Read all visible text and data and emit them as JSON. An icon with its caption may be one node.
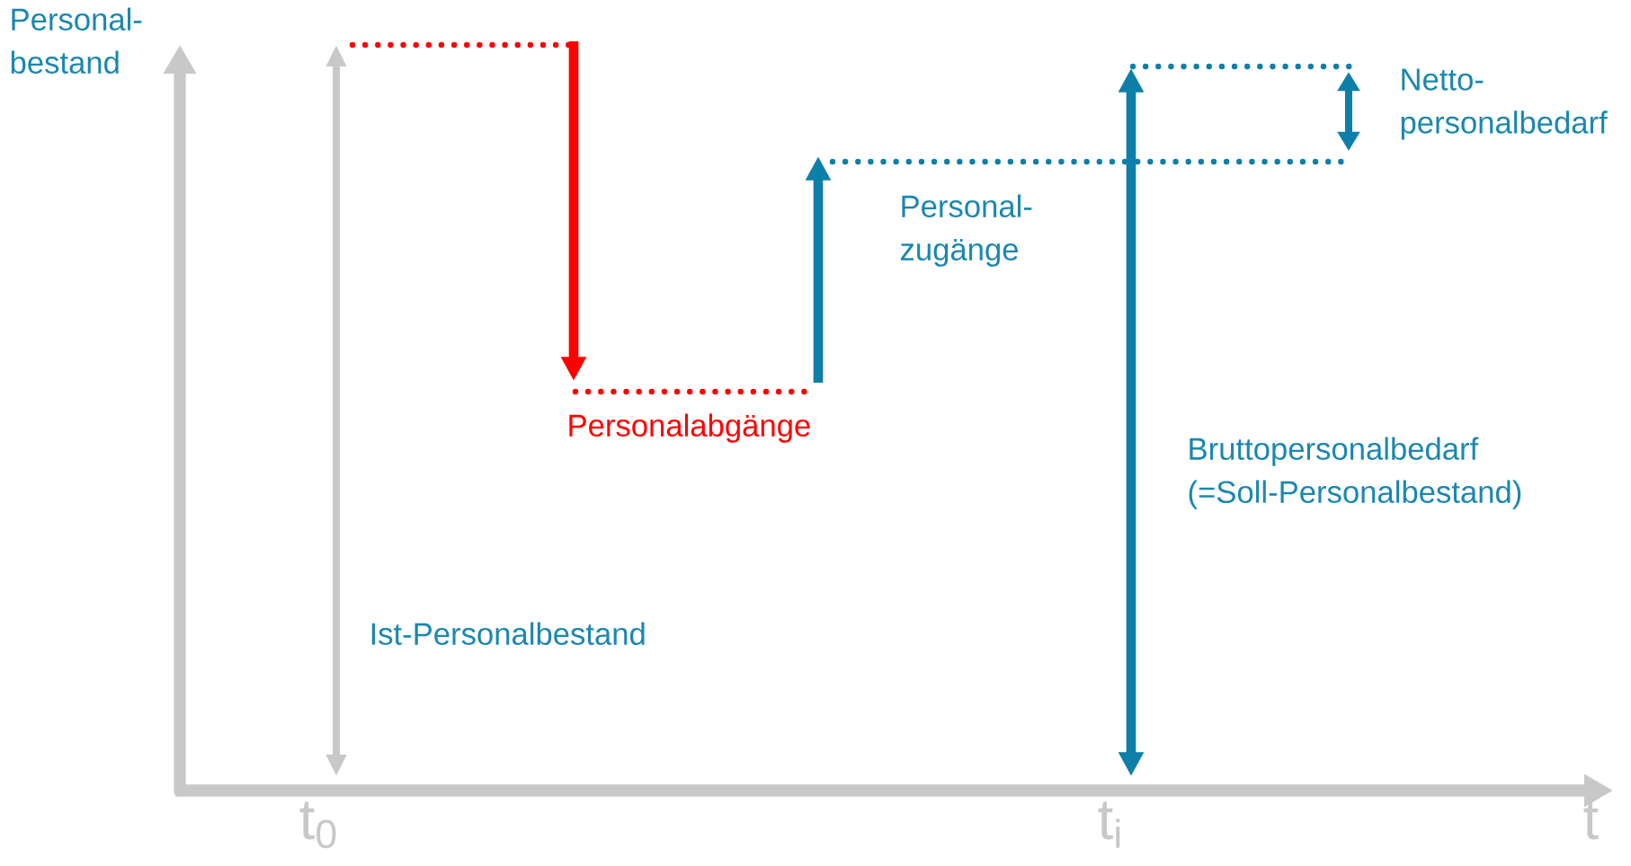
{
  "diagram": {
    "labels": [
      "Personal-bestand",
      "Netto-personalbedarf",
      "Personal-zugänge",
      "Personalabgänge",
      "Bruttopersonalbedarf (=Soll-Personalbestand)",
      "Ist-Personalbestand",
      "t$_{0}$",
      "t$_{i}$",
      "t"
    ]
  }
}
